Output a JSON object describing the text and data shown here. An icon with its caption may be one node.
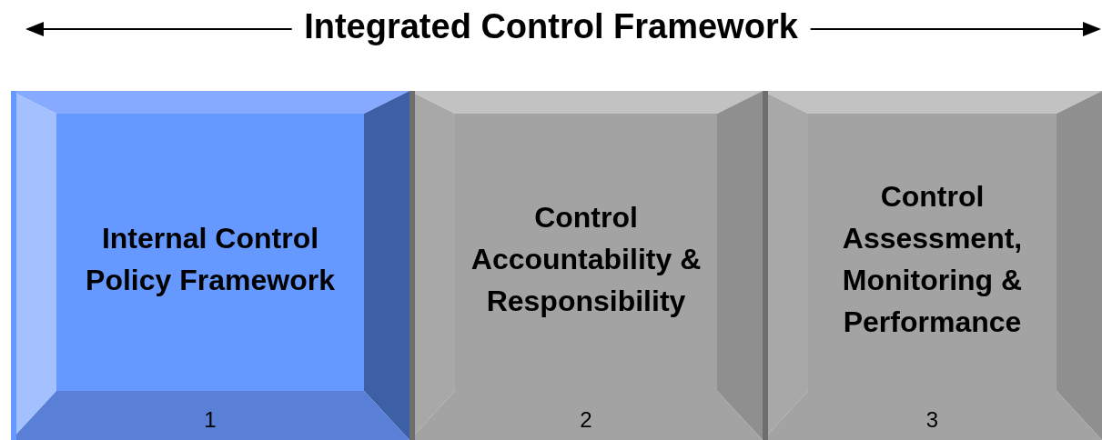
{
  "diagram": {
    "title": "Integrated Control Framework",
    "nodes": [
      {
        "text": [
          "Internal Control Policy Framework",
          "1"
        ]
      },
      {
        "text": [
          "Control Accountability & Responsibility",
          "2"
        ]
      },
      {
        "text": [
          "Control Assessment, Monitoring & Performance",
          "3"
        ]
      }
    ]
  }
}
